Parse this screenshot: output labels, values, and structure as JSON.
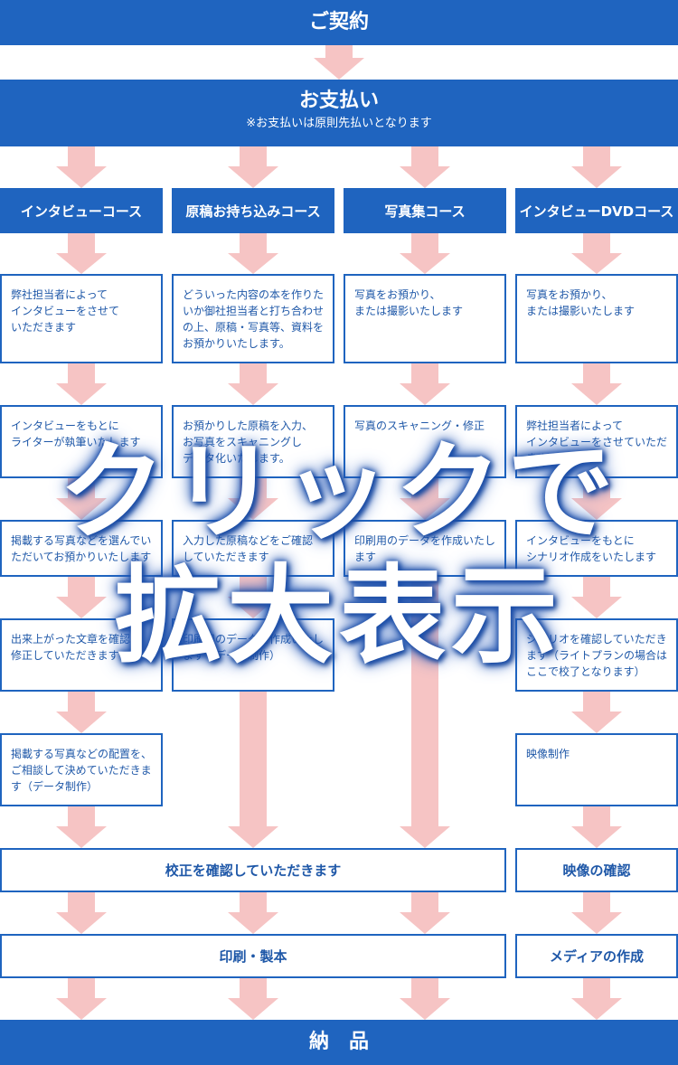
{
  "steps": {
    "contract": "ご契約",
    "payment": "お支払い",
    "payment_note": "※お支払いは原則先払いとなります",
    "delivery": "納　品"
  },
  "columns": [
    {
      "title": "インタビューコース",
      "boxes": [
        "弊社担当者によって\nインタビューをさせて\nいただきます",
        "インタビューをもとに\nライターが執筆いたします",
        "掲載する写真などを選んでいただいてお預かりいたします",
        "出来上がった文章を確認、\n修正していただきます",
        "掲載する写真などの配置を、\nご相談して決めていただきます（データ制作）"
      ]
    },
    {
      "title": "原稿お持ち込みコース",
      "boxes": [
        "どういった内容の本を作りたいか御社担当者と打ち合わせの上、原稿・写真等、資料をお預かりいたします。",
        "お預かりした原稿を入力、\nお写真をスキャニングし\nデータ化いたします。",
        "入力した原稿などをご確認していただきます",
        "印刷用のデータを作成いたします（データ制作）"
      ]
    },
    {
      "title": "写真集コース",
      "boxes": [
        "写真をお預かり、\nまたは撮影いたします",
        "写真のスキャニング・修正",
        "印刷用のデータを作成いたします"
      ]
    },
    {
      "title": "インタビューDVDコース",
      "boxes": [
        "写真をお預かり、\nまたは撮影いたします",
        "弊社担当者によって\nインタビューをさせていただきます",
        "インタビューをもとに\nシナリオ作成をいたします",
        "シナリオを確認していただきます（ライトプランの場合はここで校了となります）",
        "映像制作"
      ]
    }
  ],
  "merged": {
    "proof": "校正を確認していただきます",
    "print": "印刷・製本",
    "video_check": "映像の確認",
    "media": "メディアの作成"
  },
  "overlay": {
    "line1": "クリックで",
    "line2": "拡大表示"
  }
}
